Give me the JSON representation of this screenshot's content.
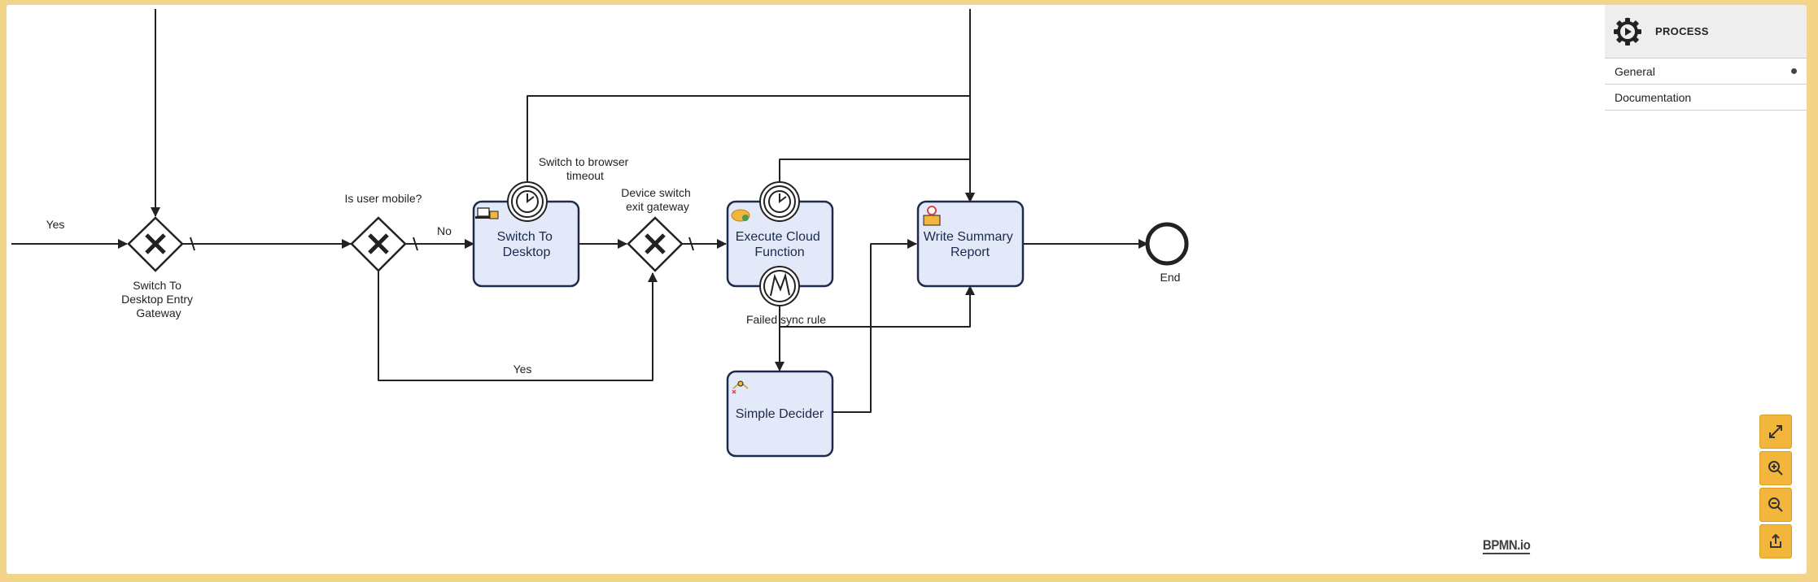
{
  "diagram": {
    "labels": {
      "flow_yes_left": "Yes",
      "gw_entry": [
        "Switch To",
        "Desktop Entry",
        "Gateway"
      ],
      "gw_mobile": "Is user mobile?",
      "flow_no": "No",
      "timer_browser": [
        "Switch to browser",
        "timeout"
      ],
      "gw_exit": [
        "Device switch",
        "exit gateway"
      ],
      "flow_yes_bottom": "Yes",
      "error_sync": "Failed sync rule",
      "end_event": "End"
    },
    "tasks": {
      "switch_desktop": [
        "Switch To",
        "Desktop"
      ],
      "cloud_function": [
        "Execute Cloud",
        "Function"
      ],
      "summary_report": [
        "Write Summary",
        "Report"
      ],
      "simple_decider": "Simple Decider"
    }
  },
  "properties_panel": {
    "title": "PROCESS",
    "groups": [
      {
        "label": "General",
        "has_entries": true
      },
      {
        "label": "Documentation",
        "has_entries": false
      }
    ]
  },
  "controls": {
    "icons": [
      "fullscreen-icon",
      "zoom-in-icon",
      "zoom-out-icon",
      "export-icon"
    ]
  },
  "branding": {
    "logo_text": "BPMN.io"
  },
  "colors": {
    "background_border": "#f3d58a",
    "task_fill": "#e4e9f9",
    "control_accent": "#f2b63c"
  }
}
